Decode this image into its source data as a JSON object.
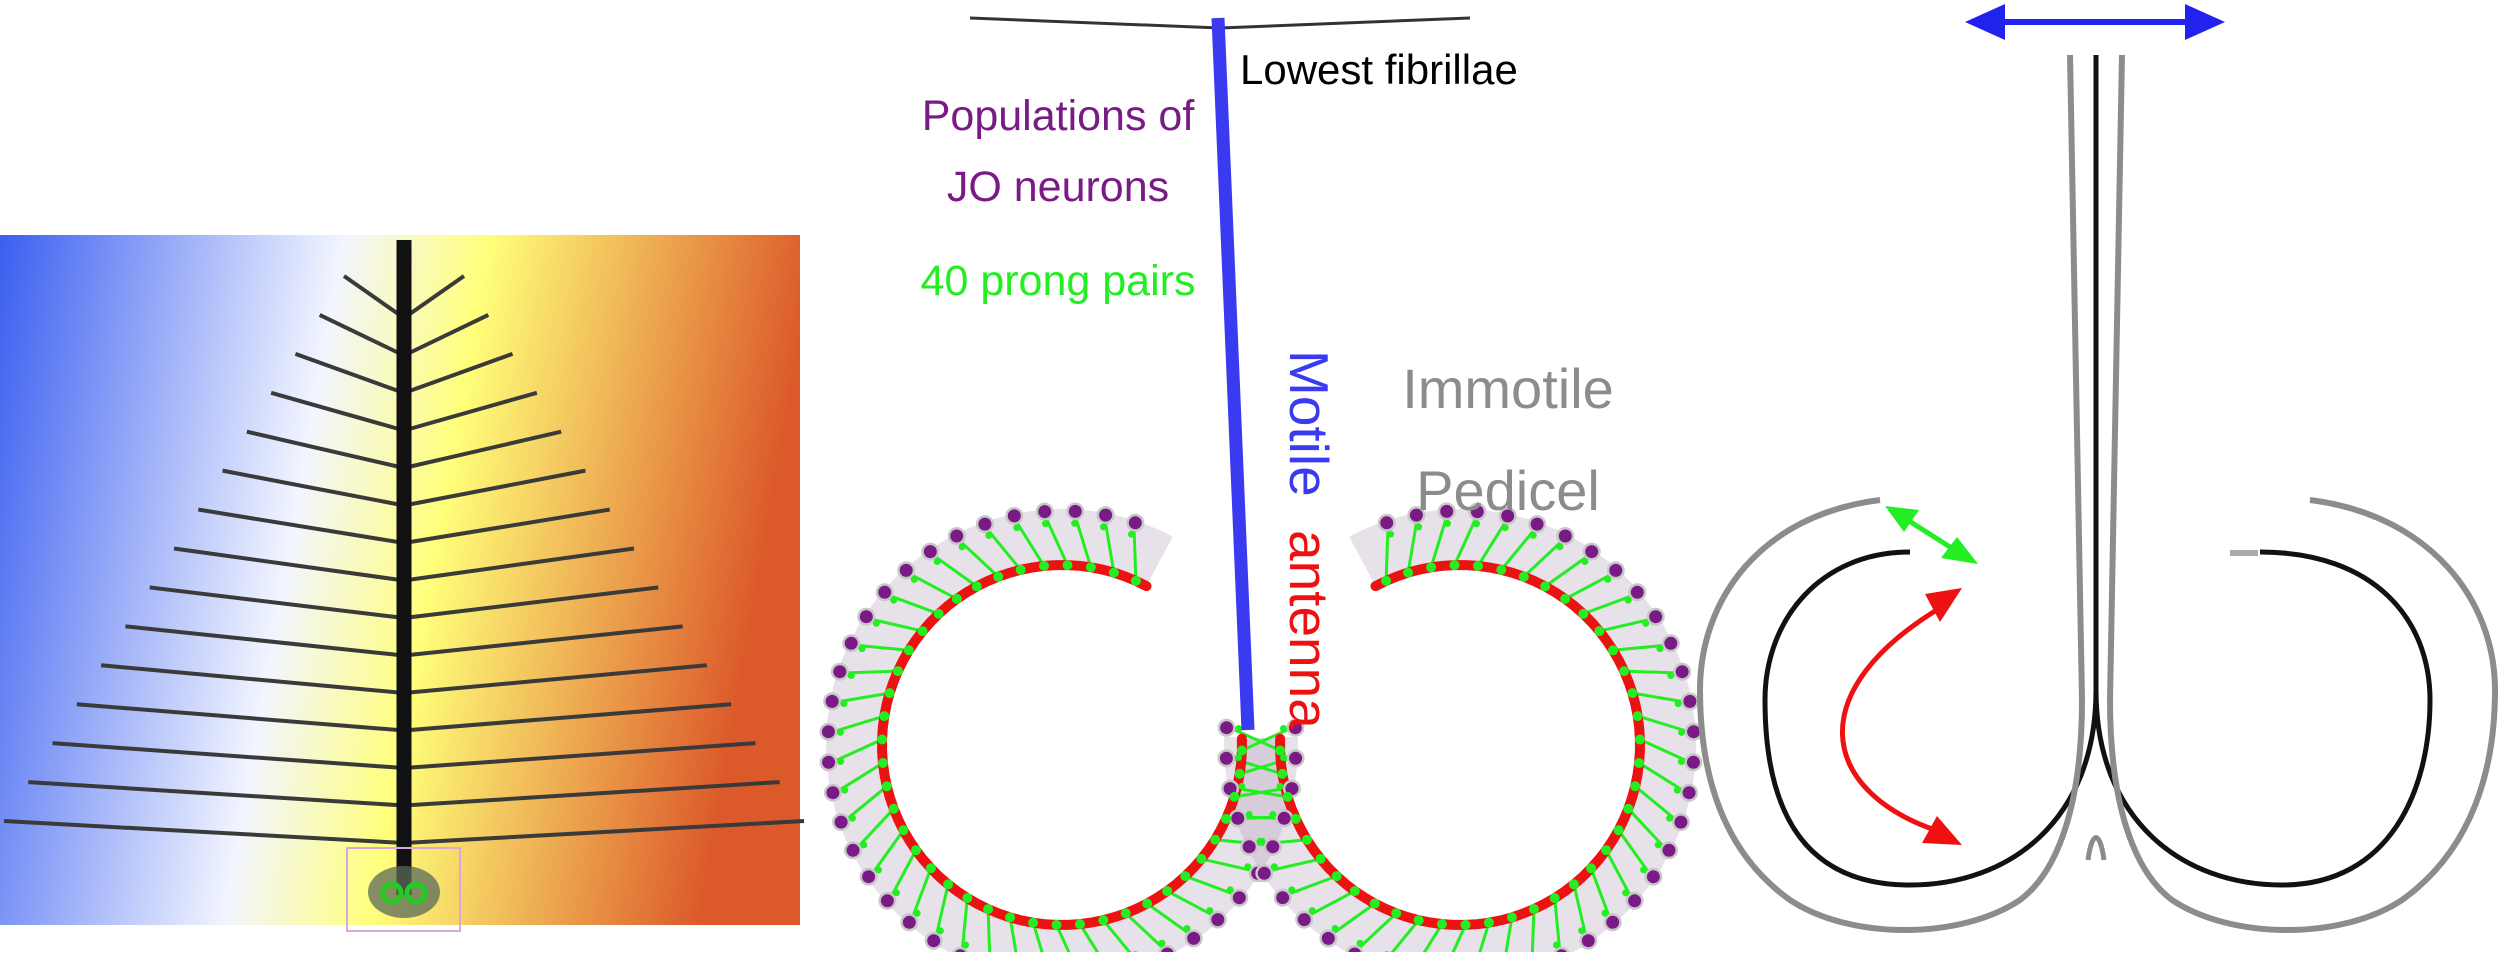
{
  "labels": {
    "lowest_fibrillae": "Lowest fibrillae",
    "populations_line1": "Populations of",
    "populations_line2": "JO neurons",
    "prong_pairs": "40 prong pairs",
    "motile": "Motile",
    "antenna": "antenna",
    "immotile": "Immotile",
    "pedicel": "Pedicel"
  },
  "colors": {
    "motile": "#3a3af0",
    "antenna": "#ee1111",
    "immotile": "#8c8c8c",
    "populations": "#7a1a86",
    "prongs": "#22ee22",
    "neuron": "#7a1a86",
    "neuron_ring": "#c8c8c8",
    "shaft": "#111111",
    "fibrilla": "#3a3a3a",
    "gradient_left": "#3b5ff0",
    "gradient_mid_left": "#f2f5ff",
    "gradient_mid_right": "#ffff7a",
    "gradient_right": "#dc5a2a",
    "arrow_blue": "#2222ee",
    "arrow_green": "#22ee22",
    "arrow_red": "#ee1111"
  },
  "diagram": {
    "prong_pair_count": 40,
    "fibrillae_pairs_per_side": 15
  }
}
